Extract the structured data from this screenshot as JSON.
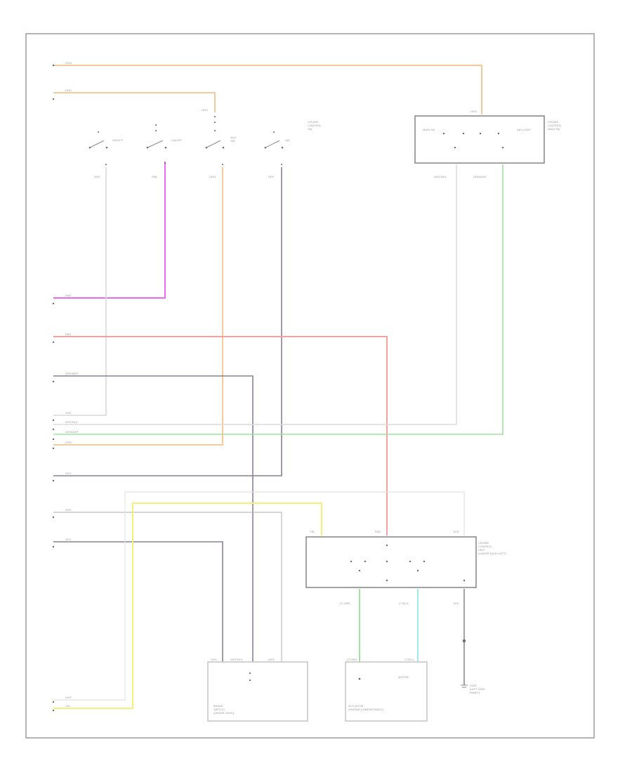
{
  "diagram": {
    "left_connectors": [
      {
        "id": "c1",
        "label": "ORG"
      },
      {
        "id": "c2",
        "label": "ORG"
      },
      {
        "id": "c3",
        "label": "PNK"
      },
      {
        "id": "c4",
        "label": "RED"
      },
      {
        "id": "c5",
        "label": "GRY/WHT"
      },
      {
        "id": "c6",
        "label": "WHT"
      },
      {
        "id": "c7",
        "label": "WHT/BLK"
      },
      {
        "id": "c8",
        "label": "GRN/WHT"
      },
      {
        "id": "c9",
        "label": "ORG"
      },
      {
        "id": "c10",
        "label": "GRY"
      },
      {
        "id": "c11",
        "label": "WHT"
      },
      {
        "id": "c12",
        "label": "GRY"
      },
      {
        "id": "c13",
        "label": "WHT"
      },
      {
        "id": "c14",
        "label": "YEL"
      }
    ],
    "switches": [
      {
        "id": "s1",
        "label": "ON/OFF",
        "wire": "WHT"
      },
      {
        "id": "s2",
        "label": "ON/OFF",
        "wire": "PNK"
      },
      {
        "id": "s3",
        "label": "AUX\nSW",
        "wire": "ORG",
        "top_label": "ORG"
      },
      {
        "id": "s4",
        "label": "SW",
        "wire": "GRY"
      }
    ],
    "switch_group_label": "CRUISE\nCONTROL\nSW",
    "modules": [
      {
        "id": "m1",
        "label": "CRUISE\nCONTROL\nMAIN SW",
        "top_pin": "ORG",
        "pin_a": "WHT/BLK",
        "pin_b": "GRN/WHT",
        "inner_a": "MAIN SW",
        "inner_b": "IND LIGHT"
      },
      {
        "id": "m2",
        "label": "CRUISE\nCONTROL\nUNIT\n(UNDER DASH LEFT)",
        "pin_top_a": "YEL",
        "pin_top_b": "RED",
        "pin_top_c": "WHT",
        "pin_bot_a": "LT GRN",
        "pin_bot_b": "LT BLU",
        "pin_bot_c": "BLK"
      },
      {
        "id": "m3",
        "label": "BRAKE\nSWITCH\n(UNDER DASH)",
        "pins": [
          "GRY",
          "WHT/BLK",
          "WHT"
        ]
      },
      {
        "id": "m4",
        "label": "ACTUATOR\n(ENGINE COMPARTMENT)",
        "pins": [
          "LT GRN",
          "LT BLU"
        ],
        "inner": "MOTOR"
      }
    ],
    "ground_label": "G401\n(LEFT KICK\nPANEL)",
    "colors": {
      "orange": "#f5c99a",
      "pink": "#ee6bee",
      "red": "#f5a0a0",
      "dark_gray": "#8a8090",
      "mid_gray": "#a8a0b0",
      "light_gray": "#dcdcdc",
      "green": "#9ee39e",
      "cyan": "#9ee9f0",
      "yellow": "#f5f07a"
    }
  }
}
